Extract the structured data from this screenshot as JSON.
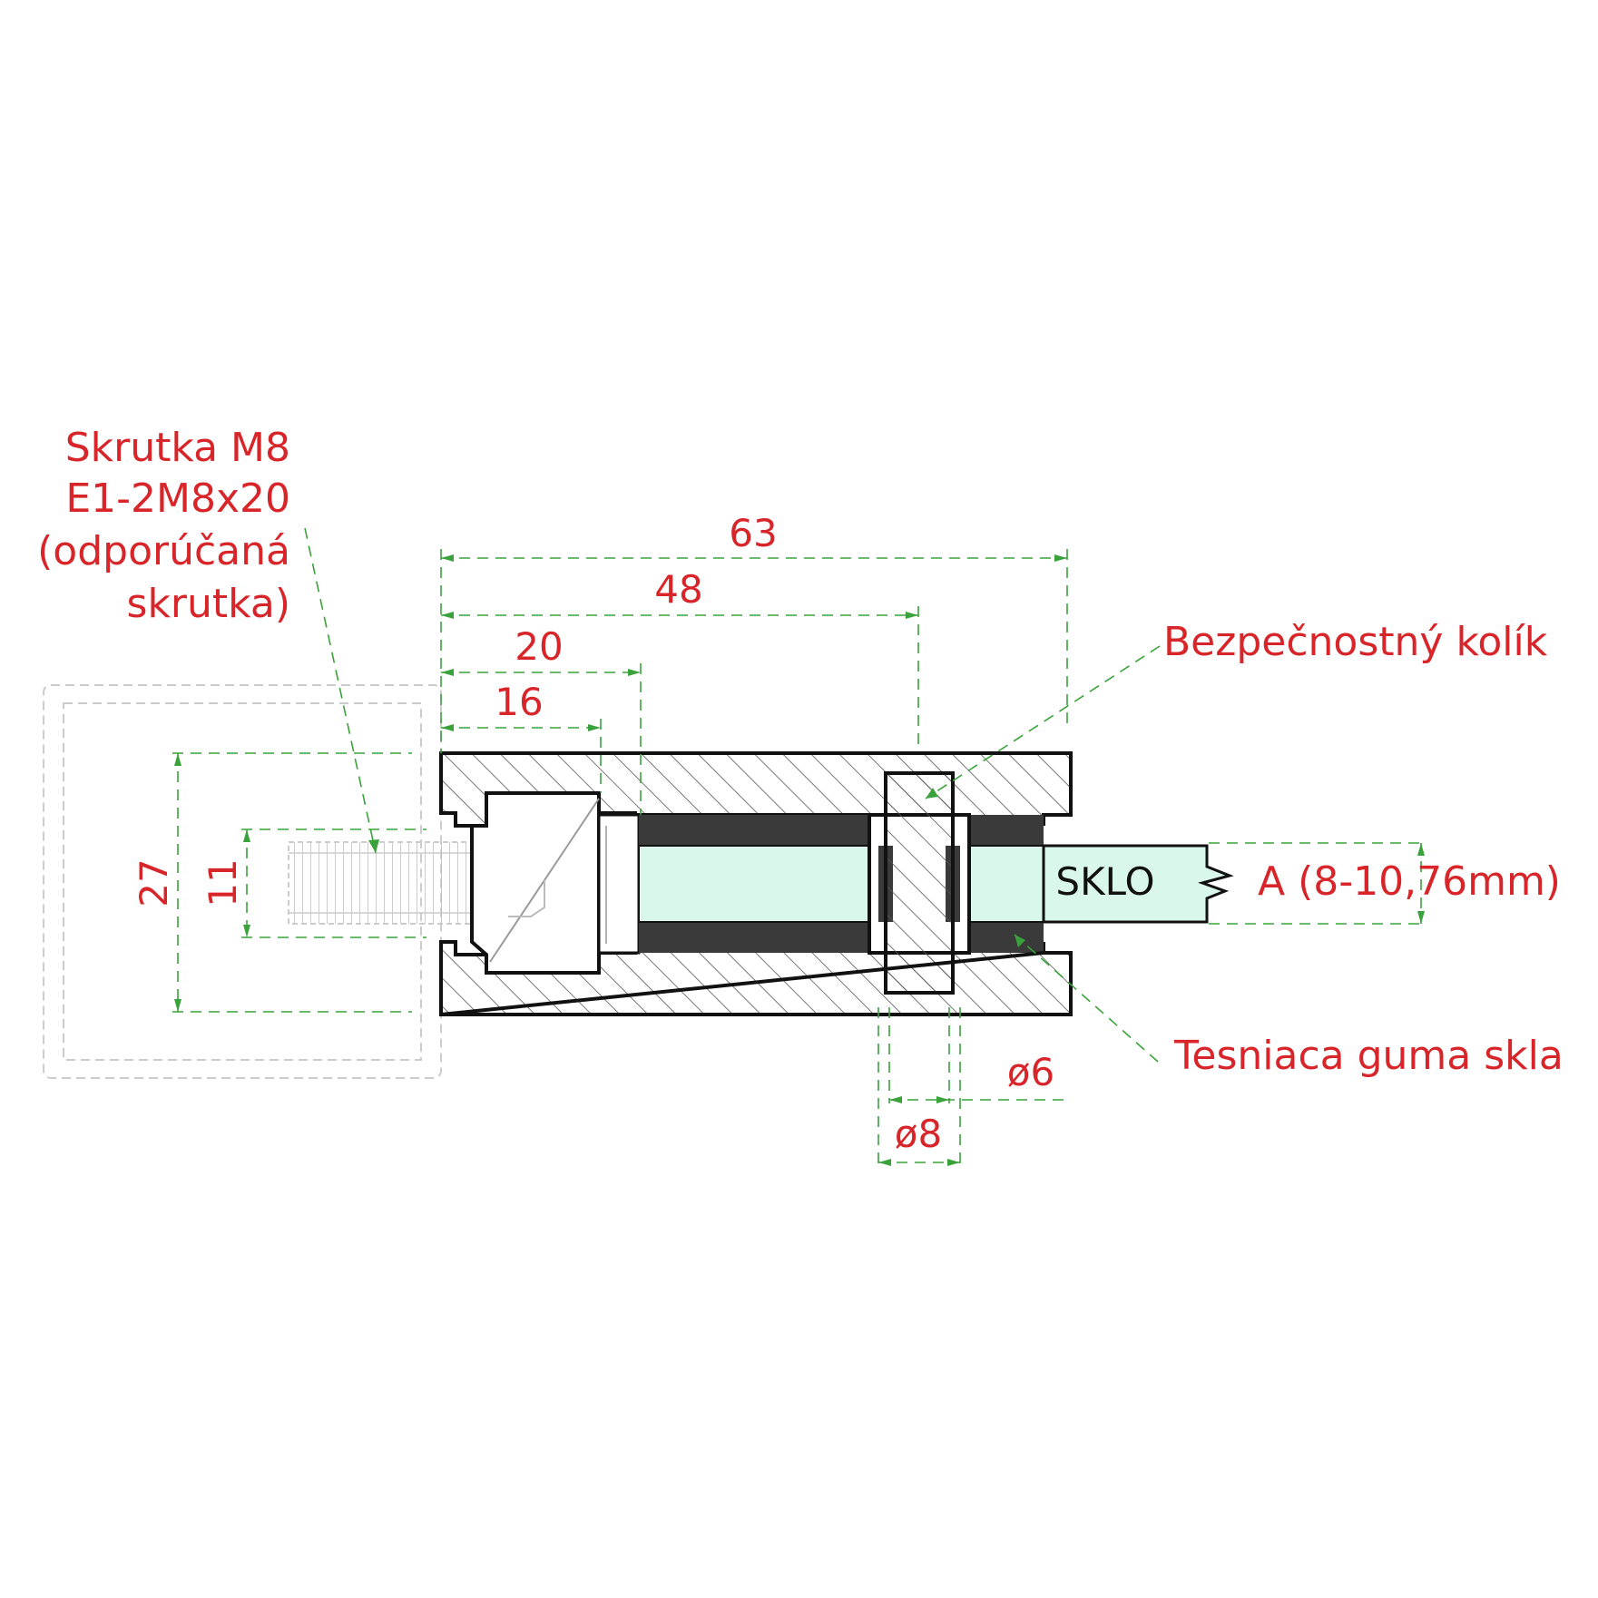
{
  "labels": {
    "screw_line1": "Skrutka M8",
    "screw_line2": "E1-2M8x20",
    "screw_line3": "(odporúčaná",
    "screw_line4": "skrutka)",
    "safety_pin": "Bezpečnostný kolík",
    "gasket": "Tesniaca guma skla",
    "glass": "SKLO",
    "glass_thickness": "A (8-10,76mm)"
  },
  "dimensions": {
    "overall_length": "63",
    "pin_position": "48",
    "bore_depth": "20",
    "head_depth": "16",
    "height": "27",
    "thread": "11",
    "pin_diameter_small": "ø6",
    "pin_diameter_large": "ø8"
  },
  "colors": {
    "label_text": "#d8252a",
    "dimension_lines": "#3aa23a",
    "glass_fill": "#d9f7ea",
    "rubber_fill": "#3a3a3a",
    "body_outline": "#111111",
    "hatch": "#555555"
  }
}
